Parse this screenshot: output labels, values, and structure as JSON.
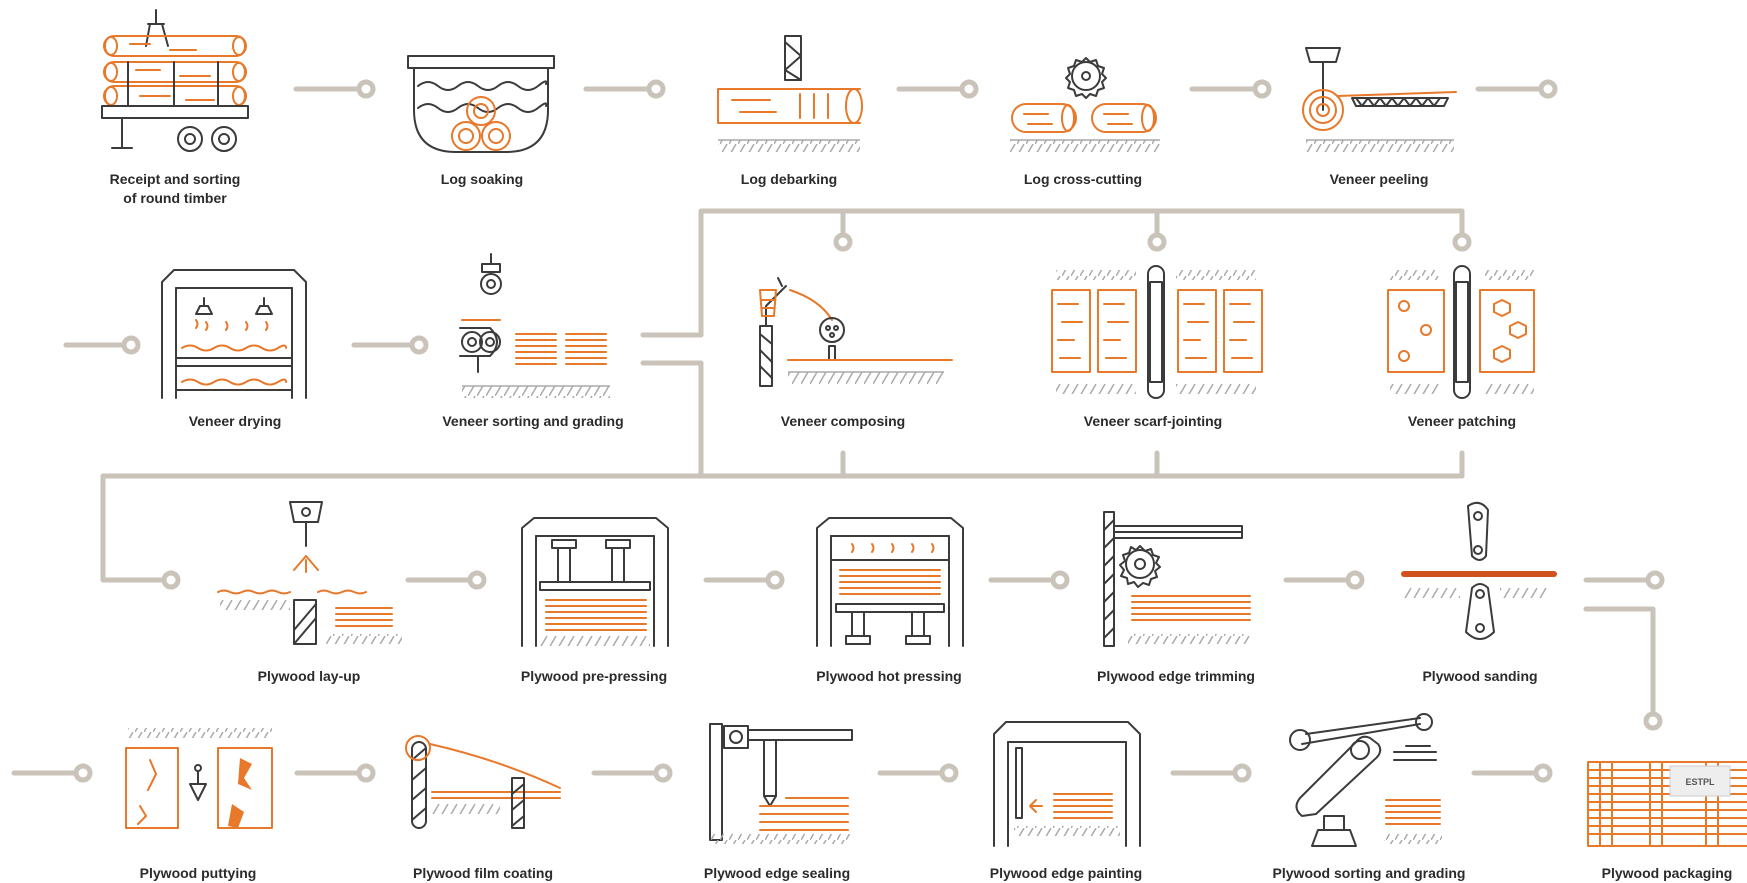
{
  "colors": {
    "accent": "#e8782a",
    "outline": "#3b3b3b",
    "connector": "#c9c3ba",
    "text": "#2b2b2b"
  },
  "steps": [
    {
      "label": "Receipt and sorting\nof round timber",
      "icon": "timber-truck-icon"
    },
    {
      "label": "Log soaking",
      "icon": "soaking-pool-icon"
    },
    {
      "label": "Log debarking",
      "icon": "debarking-icon"
    },
    {
      "label": "Log cross-cutting",
      "icon": "cross-cut-saw-icon"
    },
    {
      "label": "Veneer peeling",
      "icon": "peeling-lathe-icon"
    },
    {
      "label": "Veneer drying",
      "icon": "dryer-icon"
    },
    {
      "label": "Veneer sorting and grading",
      "icon": "sorting-camera-icon"
    },
    {
      "label": "Veneer composing",
      "icon": "composing-icon"
    },
    {
      "label": "Veneer scarf-jointing",
      "icon": "scarf-joint-icon"
    },
    {
      "label": "Veneer patching",
      "icon": "patching-icon"
    },
    {
      "label": "Plywood lay-up",
      "icon": "glue-spreader-icon"
    },
    {
      "label": "Plywood pre-pressing",
      "icon": "pre-press-icon"
    },
    {
      "label": "Plywood hot pressing",
      "icon": "hot-press-icon"
    },
    {
      "label": "Plywood edge trimming",
      "icon": "edge-trim-saw-icon"
    },
    {
      "label": "Plywood sanding",
      "icon": "sanding-roller-icon"
    },
    {
      "label": "Plywood puttying",
      "icon": "putty-trowel-icon"
    },
    {
      "label": "Plywood film coating",
      "icon": "film-roll-icon"
    },
    {
      "label": "Plywood edge sealing",
      "icon": "edge-sealer-icon"
    },
    {
      "label": "Plywood edge painting",
      "icon": "spray-painter-icon"
    },
    {
      "label": "Plywood sorting and grading",
      "icon": "robot-arm-icon"
    },
    {
      "label": "Plywood packaging",
      "icon": "plywood-package-icon"
    }
  ],
  "package_mark": "ESTPL"
}
